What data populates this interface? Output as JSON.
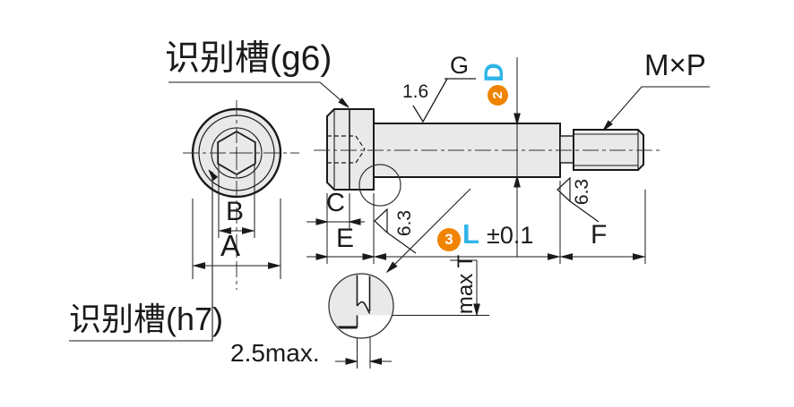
{
  "labels": {
    "groove_g6": "识别槽(g6)",
    "groove_h7": "识别槽(h7)",
    "thread_spec": "M×P",
    "grind_symbol": "G",
    "roughness_shoulder_surface": "1.6",
    "roughness_head_face": "6.3",
    "roughness_thread_face": "6.3",
    "dim_a": "A",
    "dim_b": "B",
    "dim_c": "C",
    "dim_e": "E",
    "dim_f": "F",
    "callout_d_number": "2",
    "callout_d_letter": "D",
    "callout_l_number": "3",
    "callout_l_letter": "L",
    "callout_l_tolerance": "±0.1",
    "relief_depth": "max T",
    "relief_width": "2.5max."
  },
  "colors": {
    "accent_orange": "#f08300",
    "accent_blue": "#2fb4e8",
    "part_fill": "#e9e9e9",
    "line_dark": "#1a1a1a"
  }
}
